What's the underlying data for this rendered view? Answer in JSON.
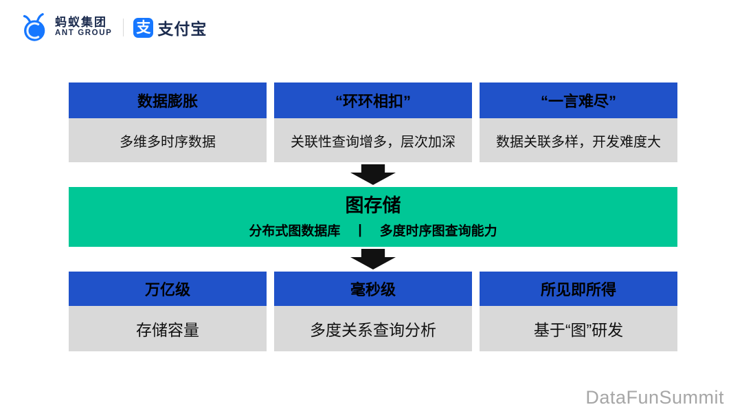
{
  "brand": {
    "ant_group_cn": "蚂蚁集团",
    "ant_group_en": "ANT GROUP",
    "alipay_icon_glyph": "支",
    "alipay_cn": "支付宝"
  },
  "colors": {
    "header_blue": "#2052c9",
    "body_gray": "#d9d9d9",
    "center_green": "#00c796",
    "arrow_black": "#111111",
    "alipay_blue": "#1677ff",
    "brand_navy": "#1b2b4e",
    "watermark_gray": "#a6a6a6"
  },
  "top_row": [
    {
      "title": "数据膨胀",
      "desc": "多维多时序数据"
    },
    {
      "title": "“环环相扣”",
      "desc": "关联性查询增多，层次加深"
    },
    {
      "title": "“一言难尽”",
      "desc": "数据关联多样，开发难度大"
    }
  ],
  "center": {
    "title": "图存储",
    "subtitle_left": "分布式图数据库",
    "separator": "|",
    "subtitle_right": "多度时序图查询能力"
  },
  "bottom_row": [
    {
      "title": "万亿级",
      "desc": "存储容量"
    },
    {
      "title": "毫秒级",
      "desc": "多度关系查询分析"
    },
    {
      "title": "所见即所得",
      "desc": "基于“图”研发"
    }
  ],
  "footer": {
    "watermark": "DataFunSummit"
  }
}
